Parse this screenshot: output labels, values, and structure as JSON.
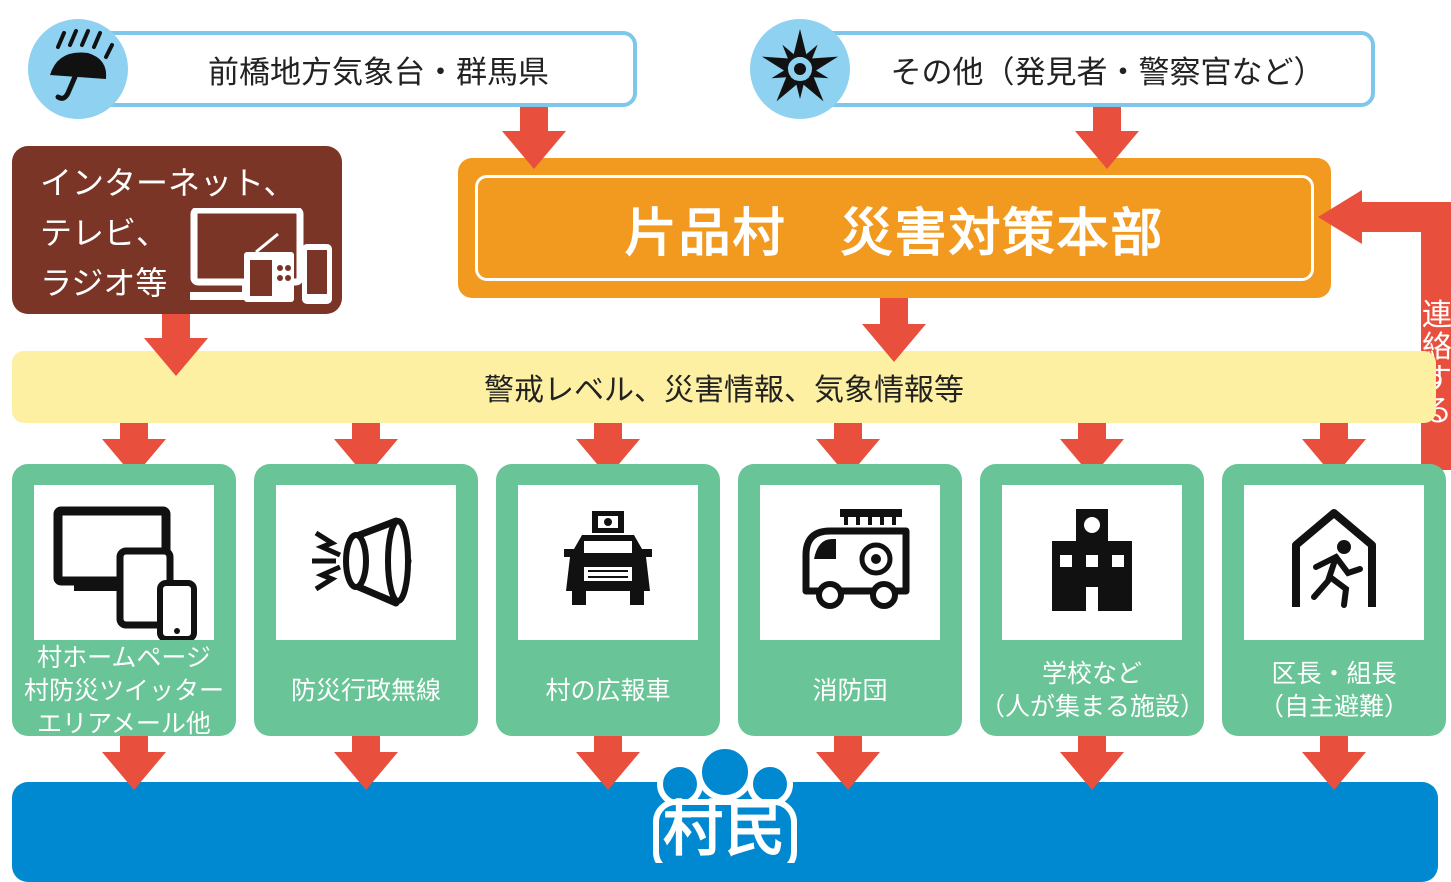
{
  "sources": {
    "weather": {
      "label": "前橋地方気象台・群馬県",
      "icon": "umbrella-rain-icon"
    },
    "others": {
      "label": "その他（発見者・警察官など）",
      "icon": "police-emblem-icon"
    }
  },
  "media": {
    "line1": "インターネット、",
    "line2": "テレビ、",
    "line3": "ラジオ等",
    "icon": "tv-radio-phone-icon"
  },
  "headquarters": {
    "label": "片品村　災害対策本部"
  },
  "contact_label": "連絡する",
  "info_bar": {
    "label": "警戒レベル、災害情報、気象情報等"
  },
  "channels": [
    {
      "icon": "devices-icon",
      "lines": [
        "村ホームページ",
        "村防災ツイッター",
        "エリアメール他"
      ]
    },
    {
      "icon": "loudspeaker-icon",
      "lines": [
        "防災行政無線"
      ]
    },
    {
      "icon": "pr-vehicle-icon",
      "lines": [
        "村の広報車"
      ]
    },
    {
      "icon": "fire-truck-icon",
      "lines": [
        "消防団"
      ]
    },
    {
      "icon": "school-icon",
      "lines": [
        "学校など",
        "（人が集まる施設）"
      ]
    },
    {
      "icon": "evacuation-icon",
      "lines": [
        "区長・組長",
        "（自主避難）"
      ]
    }
  ],
  "residents": {
    "label": "村民",
    "icon": "people-icon"
  },
  "colors": {
    "arrow": "#e8503d",
    "headquarters": "#f19a1f",
    "info_bar": "#fdf0a3",
    "channel_card": "#69c497",
    "residents_bar": "#0089d0",
    "media_box": "#7b3526",
    "source_border": "#7ec7ea"
  }
}
